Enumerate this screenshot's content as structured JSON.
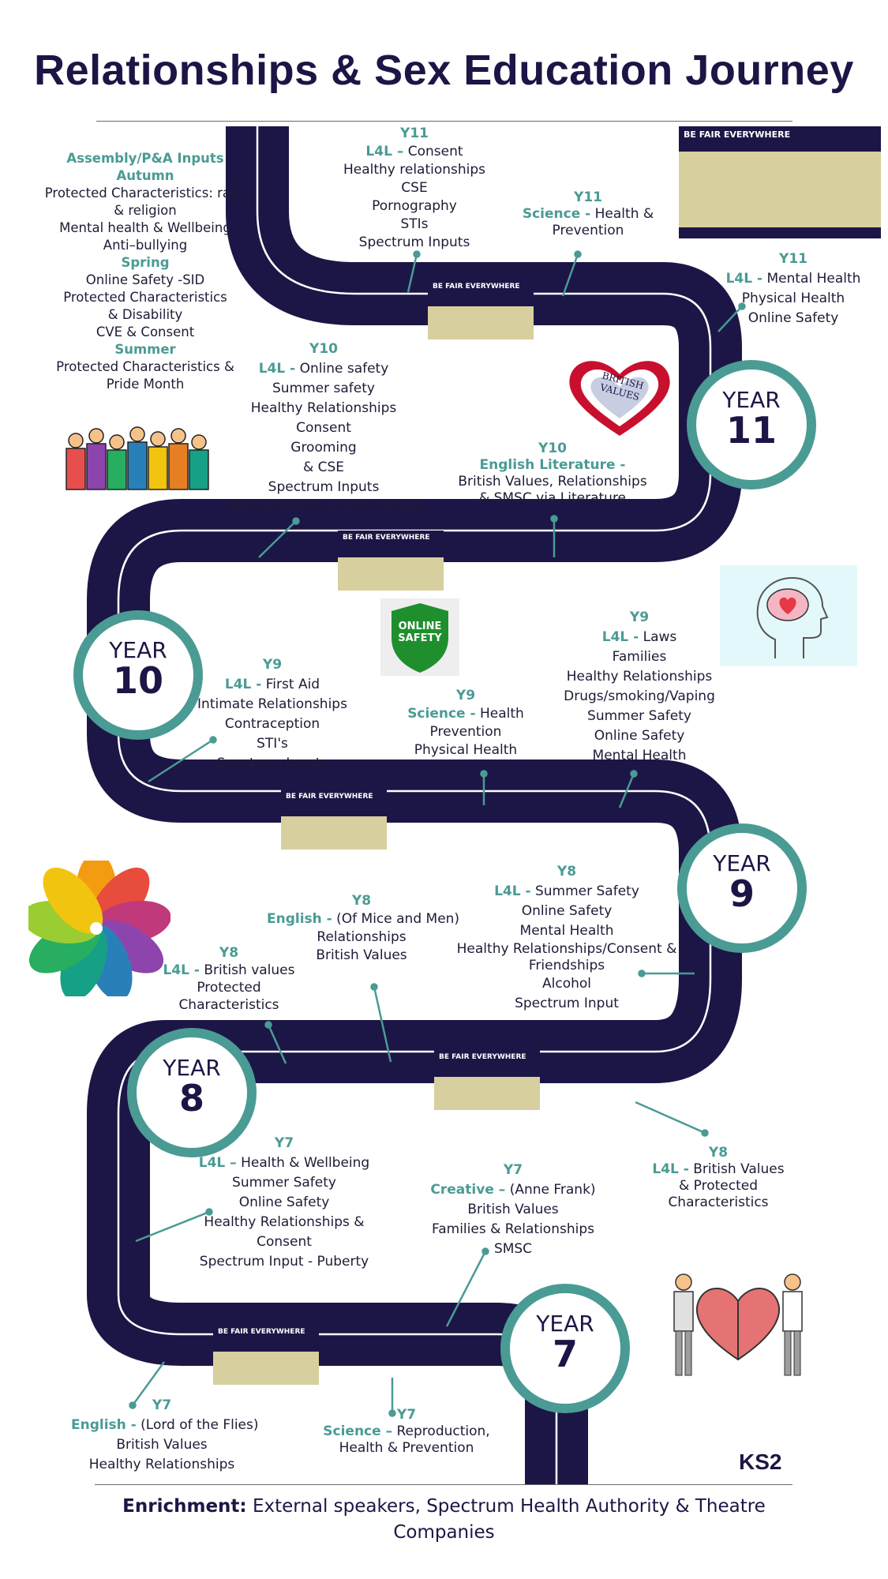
{
  "title": "Relationships & Sex Education Journey",
  "years": {
    "y11": {
      "word": "YEAR",
      "num": "11"
    },
    "y10": {
      "word": "YEAR",
      "num": "10"
    },
    "y9": {
      "word": "YEAR",
      "num": "9"
    },
    "y8": {
      "word": "YEAR",
      "num": "8"
    },
    "y7": {
      "word": "YEAR",
      "num": "7"
    }
  },
  "assembly": {
    "head": "Assembly/P&A Inputs",
    "autumn": "Autumn",
    "autumn_items": [
      "Protected Characteristics: race",
      "& religion",
      "Mental health & Wellbeing",
      "Anti–bullying"
    ],
    "spring": "Spring",
    "spring_items": [
      "Online Safety -SID",
      "Protected Characteristics",
      "& Disability",
      "CVE & Consent"
    ],
    "summer": "Summer",
    "summer_items": [
      "Protected Characteristics &",
      "Pride Month"
    ]
  },
  "y11_l4l_top": {
    "year": "Y11",
    "subject": "L4L –",
    "first": "Consent",
    "items": [
      "Healthy relationships",
      "CSE",
      "Pornography",
      "STIs",
      "Spectrum Inputs"
    ]
  },
  "y11_science": {
    "year": "Y11",
    "subject": "Science -",
    "first": "Health &",
    "items": [
      "Prevention"
    ]
  },
  "y11_l4l_right": {
    "year": "Y11",
    "subject": "L4L -",
    "first": "Mental Health",
    "items": [
      "Physical Health",
      "Online Safety"
    ]
  },
  "y10_l4l": {
    "year": "Y10",
    "subject": "L4L -",
    "first": "Online safety",
    "items": [
      "Summer safety",
      "Healthy Relationships",
      "Consent",
      "Grooming",
      "& CSE",
      "Spectrum Inputs",
      "Mental Health & Body Image"
    ]
  },
  "y10_english": {
    "year": "Y10",
    "subject": "English Literature  -",
    "items": [
      "British Values, Relationships",
      "& SMSC via Literature"
    ]
  },
  "y9_l4l_left": {
    "year": "Y9",
    "subject": "L4L -",
    "first": "First Aid",
    "items": [
      "Intimate Relationships",
      "Contraception",
      "STI's",
      "Spectrum Inputs"
    ]
  },
  "y9_science": {
    "year": "Y9",
    "subject": "Science -",
    "first": "Health",
    "items": [
      "Prevention",
      "Physical Health"
    ]
  },
  "y9_l4l_right": {
    "year": "Y9",
    "subject": "L4L -",
    "first": "Laws",
    "items": [
      "Families",
      "Healthy Relationships",
      "Drugs/smoking/Vaping",
      "Summer Safety",
      "Online Safety",
      "Mental Health"
    ]
  },
  "y8_l4l_right": {
    "year": "Y8",
    "subject": "L4L -",
    "first": "Summer Safety",
    "items": [
      "Online Safety",
      "Mental Health",
      "Healthy Relationships/Consent &",
      "Friendships",
      "Alcohol",
      "Spectrum Input"
    ]
  },
  "y8_english": {
    "year": "Y8",
    "subject": "English -",
    "first": "(Of Mice and Men)",
    "items": [
      "Relationships",
      "British Values"
    ]
  },
  "y8_l4l_left": {
    "year": "Y8",
    "subject": "L4L -",
    "first": "British values",
    "items": [
      "Protected",
      "Characteristics"
    ]
  },
  "y8_l4l_bottom": {
    "year": "Y8",
    "subject": "L4L -",
    "first": "British Values",
    "items": [
      "& Protected",
      "Characteristics"
    ]
  },
  "y7_l4l": {
    "year": "Y7",
    "subject": "L4L –",
    "first": "Health & Wellbeing",
    "items": [
      "Summer Safety",
      "Online Safety",
      "Healthy Relationships &",
      "Consent",
      "Spectrum Input - Puberty"
    ]
  },
  "y7_creative": {
    "year": "Y7",
    "subject": "Creative –",
    "first": "(Anne Frank)",
    "items": [
      "British Values",
      "Families & Relationships",
      "SMSC"
    ]
  },
  "y7_english": {
    "year": "Y7",
    "subject": "English -",
    "first": "(Lord of the Flies)",
    "items": [
      "British Values",
      "Healthy Relationships"
    ]
  },
  "y7_science": {
    "year": "Y7",
    "subject": "Science –",
    "first": "Reproduction,",
    "items": [
      "Health  & Prevention"
    ]
  },
  "ks2": "KS2",
  "online_safety_badge": "ONLINE SAFETY",
  "british_values_badge": "BRITISH VALUES",
  "bfe_label": "BE FAIR EVERYWHERE",
  "footer": {
    "bold": "Enrichment:",
    "text": "External speakers, Spectrum Health Authority & Theatre",
    "text2": "Companies"
  },
  "colors": {
    "road": "#1c1646",
    "teal": "#4a9b94",
    "title": "#1c1646"
  }
}
